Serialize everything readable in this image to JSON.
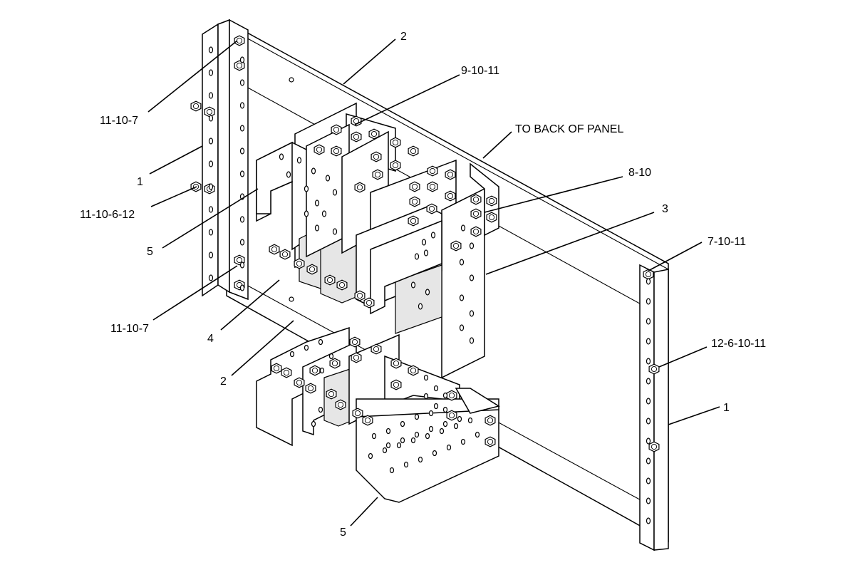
{
  "callouts": [
    {
      "id": "c-2-top",
      "text": "2"
    },
    {
      "id": "c-9-10-11",
      "text": "9-10-11"
    },
    {
      "id": "c-to-back",
      "text": "TO BACK OF PANEL"
    },
    {
      "id": "c-11-10-7-top",
      "text": "11-10-7"
    },
    {
      "id": "c-1-left",
      "text": "1"
    },
    {
      "id": "c-11-10-6-12",
      "text": "11-10-6-12"
    },
    {
      "id": "c-8-10",
      "text": "8-10"
    },
    {
      "id": "c-3",
      "text": "3"
    },
    {
      "id": "c-5-mid",
      "text": "5"
    },
    {
      "id": "c-7-10-11",
      "text": "7-10-11"
    },
    {
      "id": "c-11-10-7-bot",
      "text": "11-10-7"
    },
    {
      "id": "c-4",
      "text": "4"
    },
    {
      "id": "c-12-6-10-11",
      "text": "12-6-10-11"
    },
    {
      "id": "c-2-bot",
      "text": "2"
    },
    {
      "id": "c-1-right",
      "text": "1"
    },
    {
      "id": "c-5-bot",
      "text": "5"
    }
  ]
}
